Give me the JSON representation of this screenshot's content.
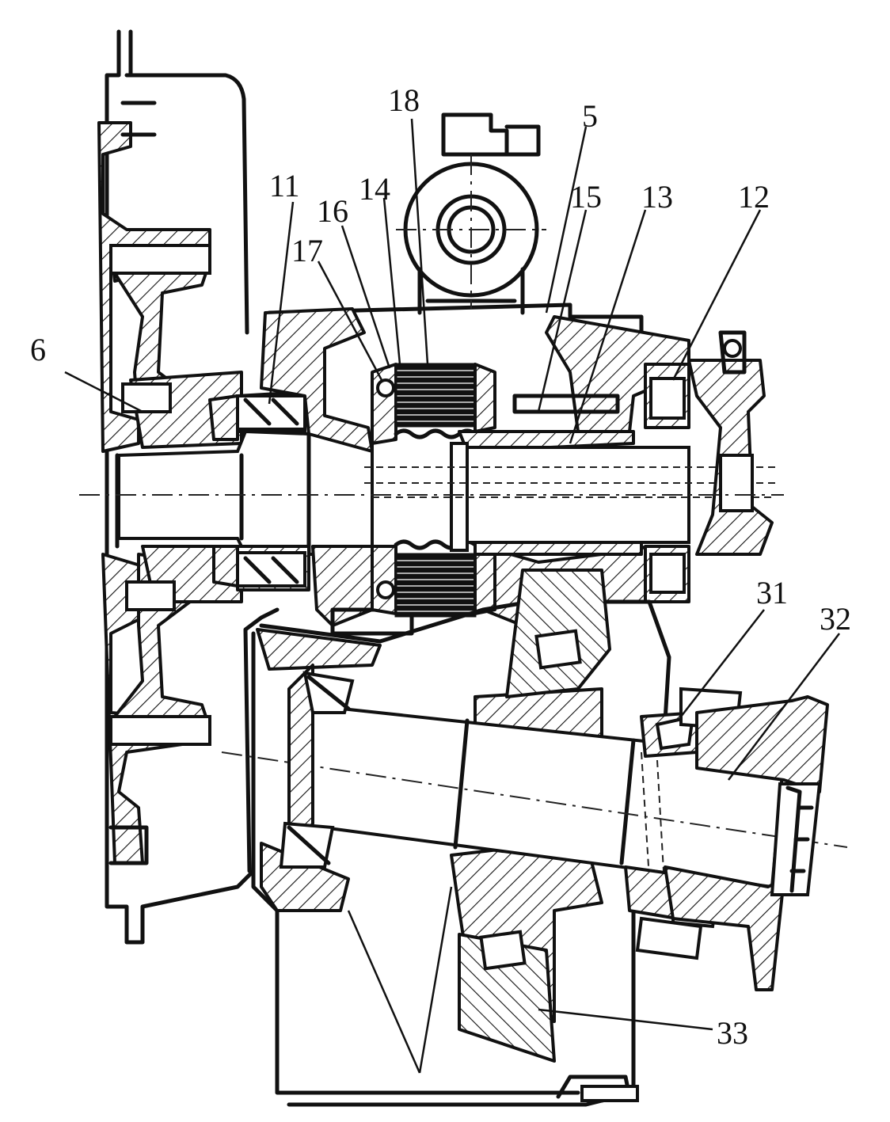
{
  "labels": {
    "l6": "6",
    "l11": "11",
    "l17": "17",
    "l16": "16",
    "l14": "14",
    "l18": "18",
    "l5": "5",
    "l15": "15",
    "l13": "13",
    "l12": "12",
    "l31": "31",
    "l32": "32",
    "l33": "33"
  },
  "colors": {
    "ink": "#111111",
    "paper": "#ffffff"
  }
}
